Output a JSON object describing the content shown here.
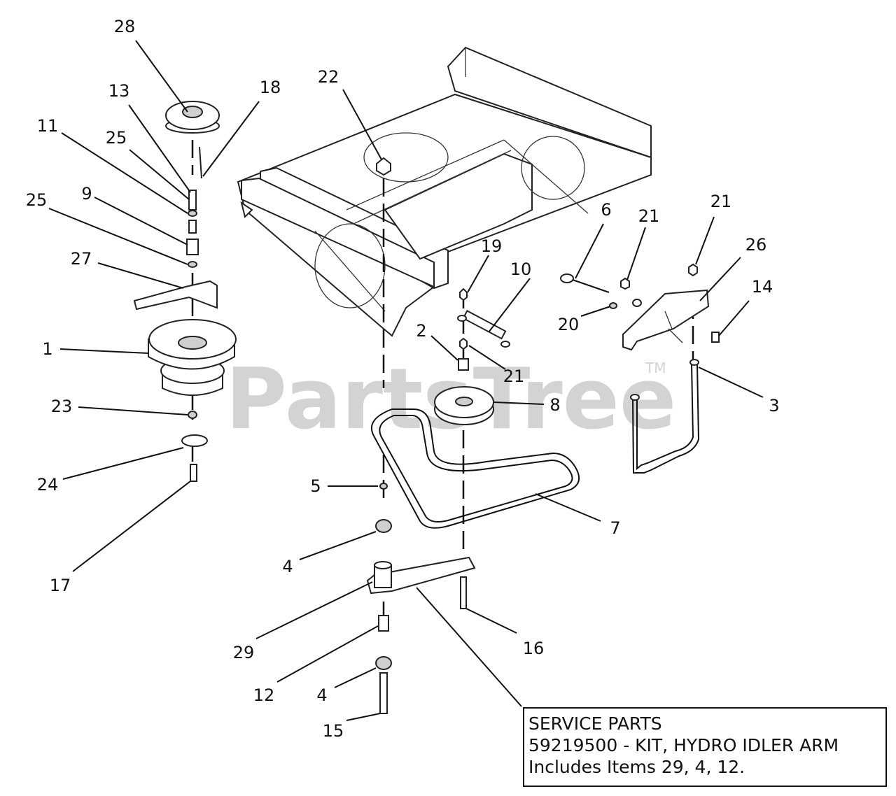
{
  "watermark": {
    "text": "PartsTree",
    "tm": "TM"
  },
  "callouts": [
    {
      "id": "c28",
      "text": "28"
    },
    {
      "id": "c13",
      "text": "13"
    },
    {
      "id": "c18",
      "text": "18"
    },
    {
      "id": "c11",
      "text": "11"
    },
    {
      "id": "c25a",
      "text": "25"
    },
    {
      "id": "c25b",
      "text": "25"
    },
    {
      "id": "c9",
      "text": "9"
    },
    {
      "id": "c27",
      "text": "27"
    },
    {
      "id": "c1",
      "text": "1"
    },
    {
      "id": "c23",
      "text": "23"
    },
    {
      "id": "c24",
      "text": "24"
    },
    {
      "id": "c17",
      "text": "17"
    },
    {
      "id": "c22",
      "text": "22"
    },
    {
      "id": "c19",
      "text": "19"
    },
    {
      "id": "c10",
      "text": "10"
    },
    {
      "id": "c2",
      "text": "2"
    },
    {
      "id": "c21a",
      "text": "21"
    },
    {
      "id": "c8",
      "text": "8"
    },
    {
      "id": "c5",
      "text": "5"
    },
    {
      "id": "c7",
      "text": "7"
    },
    {
      "id": "c4a",
      "text": "4"
    },
    {
      "id": "c29",
      "text": "29"
    },
    {
      "id": "c16",
      "text": "16"
    },
    {
      "id": "c12",
      "text": "12"
    },
    {
      "id": "c4b",
      "text": "4"
    },
    {
      "id": "c15",
      "text": "15"
    },
    {
      "id": "c6",
      "text": "6"
    },
    {
      "id": "c21b",
      "text": "21"
    },
    {
      "id": "c21c",
      "text": "21"
    },
    {
      "id": "c26",
      "text": "26"
    },
    {
      "id": "c14",
      "text": "14"
    },
    {
      "id": "c20",
      "text": "20"
    },
    {
      "id": "c3",
      "text": "3"
    }
  ],
  "service_parts": {
    "line1": "SERVICE PARTS",
    "line2": "59219500 - KIT, HYDRO IDLER ARM",
    "line3": "Includes Items 29, 4, 12."
  }
}
